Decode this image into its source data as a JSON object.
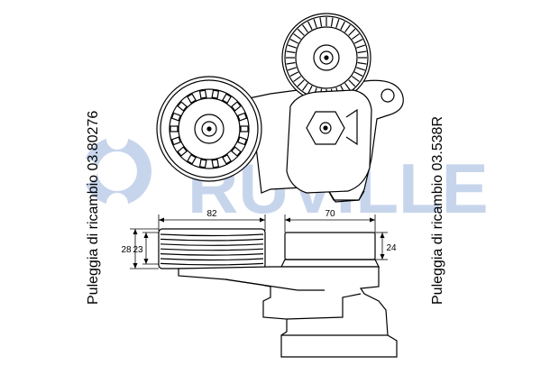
{
  "labels": {
    "left_part": "Puleggia di ricambio 03.80276",
    "right_part": "Puleggia di ricambio 03.538R"
  },
  "watermark": {
    "text": "RUVILLE",
    "color": "#c7d5ec"
  },
  "dimensions": {
    "left_width": "82",
    "right_width": "70",
    "outer_height": "28",
    "inner_height": "23",
    "right_height": "24"
  }
}
